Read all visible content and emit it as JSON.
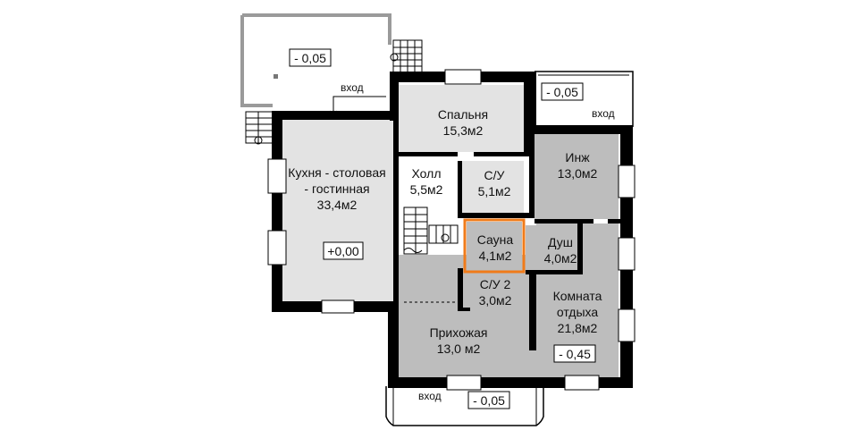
{
  "rooms": {
    "kitchen": {
      "line1": "Кухня - столовая",
      "line2": "- гостинная",
      "area": "33,4м2"
    },
    "bedroom": {
      "name": "Спальня",
      "area": "15,3м2"
    },
    "hall": {
      "name": "Холл",
      "area": "5,5м2"
    },
    "bathroom": {
      "name": "С/У",
      "area": "5,1м2"
    },
    "utility": {
      "name": "Инж",
      "area": "13,0м2"
    },
    "sauna": {
      "name": "Сауна",
      "area": "4,1м2"
    },
    "shower": {
      "name": "Душ",
      "area": "4,0м2"
    },
    "bathroom2": {
      "name": "С/У 2",
      "area": "3,0м2"
    },
    "lounge": {
      "line1": "Комната",
      "line2": "отдыха",
      "area": "21,8м2"
    },
    "entry_hall": {
      "name": "Прихожая",
      "area": "13,0 м2"
    }
  },
  "elevations": {
    "terrace": "- 0,05",
    "porch_right": "- 0,05",
    "porch_bottom": "- 0,05",
    "kitchen_floor": "+0,00",
    "lounge_floor": "- 0,45"
  },
  "entrances": {
    "top": "вход",
    "right": "вход",
    "bottom": "вход"
  },
  "colors": {
    "room_light": "#e3e3e3",
    "room_dark": "#bdbdbd",
    "wall": "#000000",
    "sauna_outline": "#f07b1a",
    "terrace_line": "#9a9a9a"
  }
}
